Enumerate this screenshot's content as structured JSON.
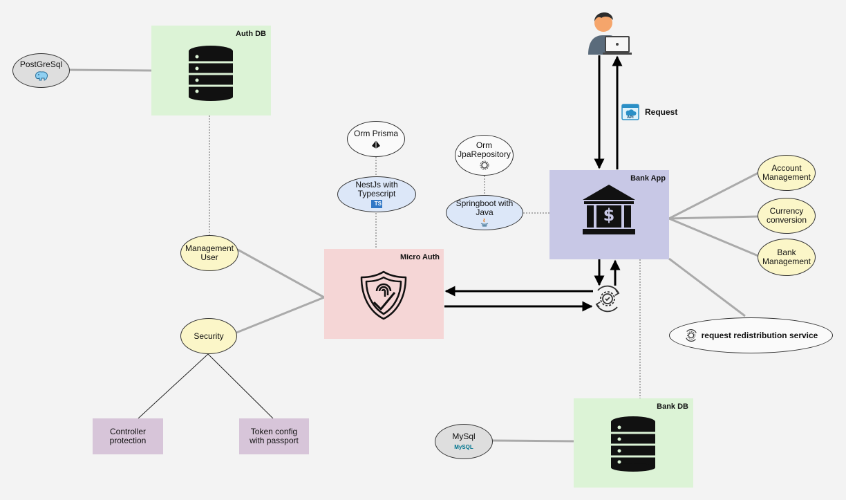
{
  "boxes": {
    "auth_db": "Auth DB",
    "micro_auth": "Micro Auth",
    "bank_app": "Bank App",
    "bank_db": "Bank DB"
  },
  "ovals": {
    "postgresql": "PostGreSql",
    "orm_prisma": "Orm Prisma",
    "nestjs_line1": "NestJs with",
    "nestjs_line2": "Typescript",
    "orm_jpa_line1": "Orm",
    "orm_jpa_line2": "JpaRepository",
    "springboot_line1": "Springboot with",
    "springboot_line2": "Java",
    "management_user_line1": "Management",
    "management_user_line2": "User",
    "security": "Security",
    "account_mgmt_line1": "Account",
    "account_mgmt_line2": "Management",
    "currency_line1": "Currency",
    "currency_line2": "conversion",
    "bank_mgmt_line1": "Bank",
    "bank_mgmt_line2": "Management",
    "redistribution": "request redistribution service",
    "mysql": "MySql"
  },
  "rects": {
    "controller_line1": "Controller",
    "controller_line2": "protection",
    "token_line1": "Token config",
    "token_line2": "with passport"
  },
  "labels": {
    "request": "Request",
    "ts_badge": "TS",
    "api_badge": "API",
    "mysql_logo": "MySQL"
  },
  "colors": {
    "db_box": "#dcf3d6",
    "auth_box": "#f5d6d6",
    "bank_box": "#c8c8e6",
    "oval_yellow": "#fbf6c8",
    "oval_blue": "#dce7f8",
    "purple_rect": "#d7c5d9",
    "ts_blue": "#3178c6",
    "skin": "#f5a56b",
    "shirt": "#5a6b7b"
  },
  "icons": [
    "database-icon",
    "shield-fingerprint-icon",
    "bank-icon",
    "gear-sync-icon",
    "user-laptop-icon",
    "api-icon",
    "prisma-icon",
    "typescript-icon",
    "java-icon",
    "elephant-icon",
    "mysql-icon"
  ]
}
